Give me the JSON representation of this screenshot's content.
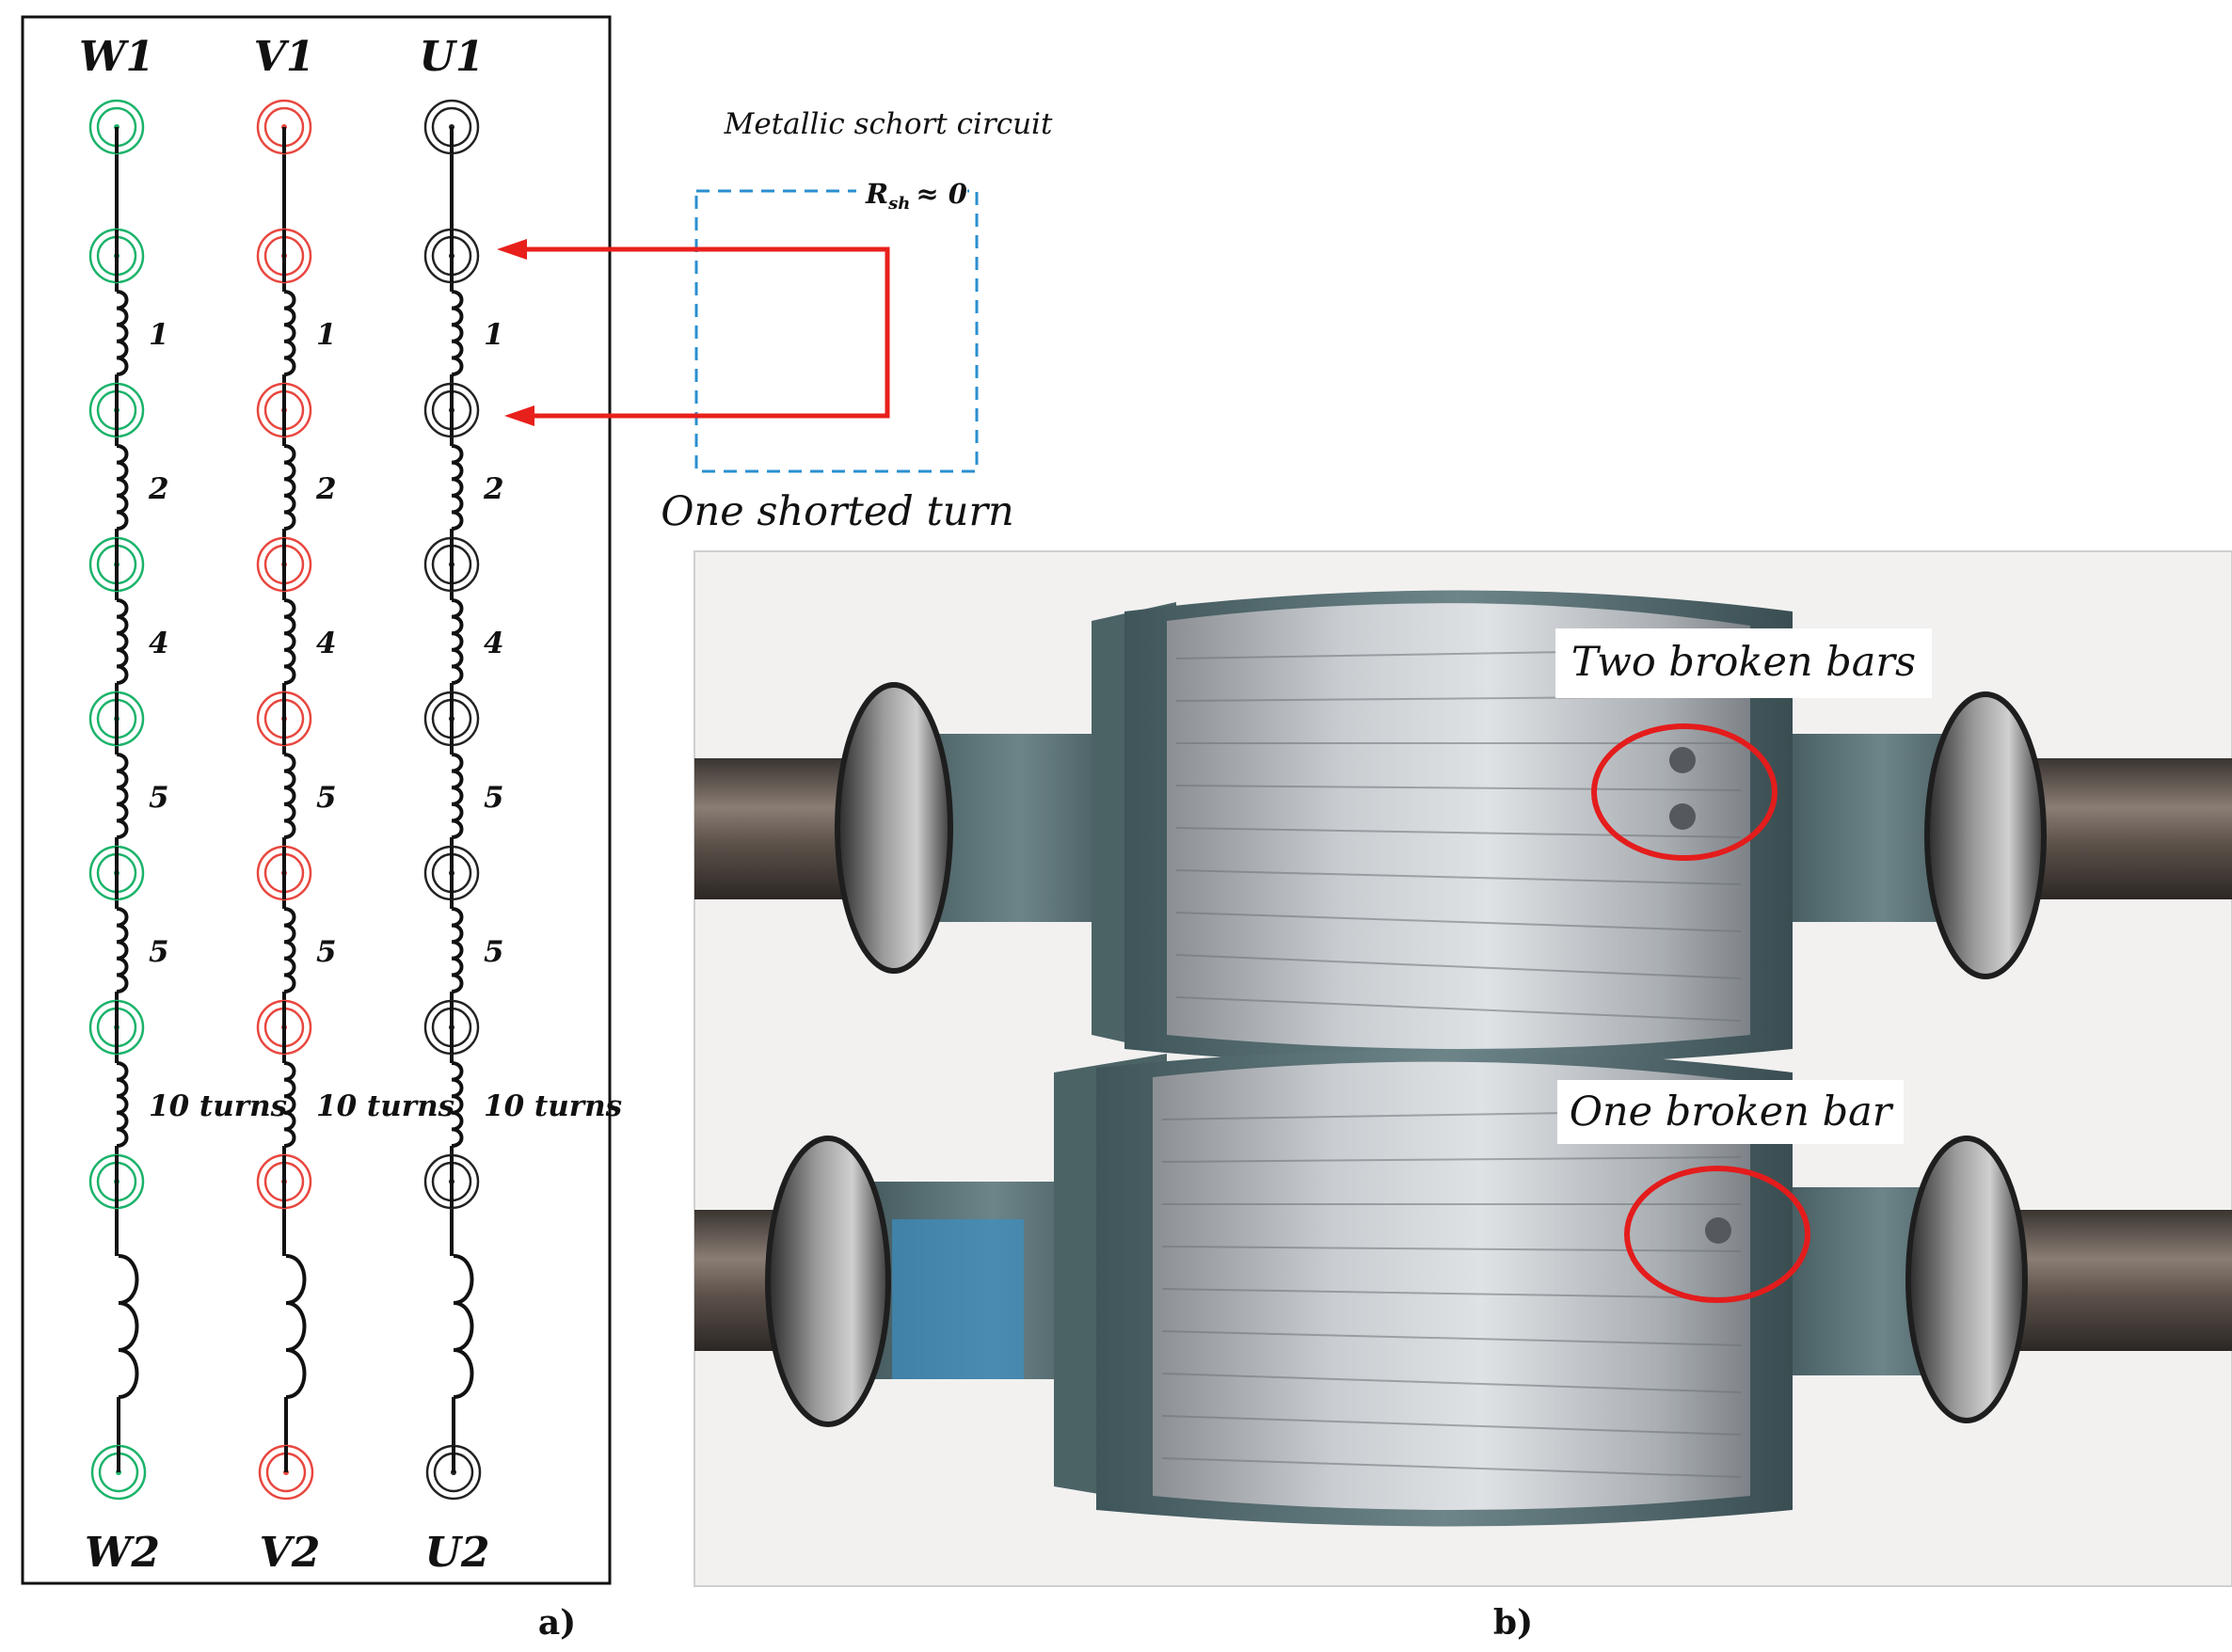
{
  "panel_a": {
    "label": "a)",
    "phases": [
      {
        "top": "W1",
        "bottom": "W2",
        "color": "#1bb36a"
      },
      {
        "top": "V1",
        "bottom": "V2",
        "color": "#e8473f"
      },
      {
        "top": "U1",
        "bottom": "U2",
        "color": "#222222"
      }
    ],
    "section_turns": [
      "1",
      "2",
      "4",
      "5",
      "5",
      "10 turns"
    ],
    "fault": {
      "caption": "Metallic schort circuit",
      "resistance_symbol": "R",
      "resistance_subscript": "sh",
      "resistance_value": "≈ 0",
      "shorted_label": "One shorted turn",
      "arrow_color": "#e8201c",
      "box_color": "#2a8fd0"
    }
  },
  "panel_b": {
    "label": "b)",
    "rotors": [
      {
        "caption": "Two broken bars",
        "holes": 2
      },
      {
        "caption": "One broken bar",
        "holes": 1
      }
    ],
    "marker_color": "#e41c1c"
  }
}
